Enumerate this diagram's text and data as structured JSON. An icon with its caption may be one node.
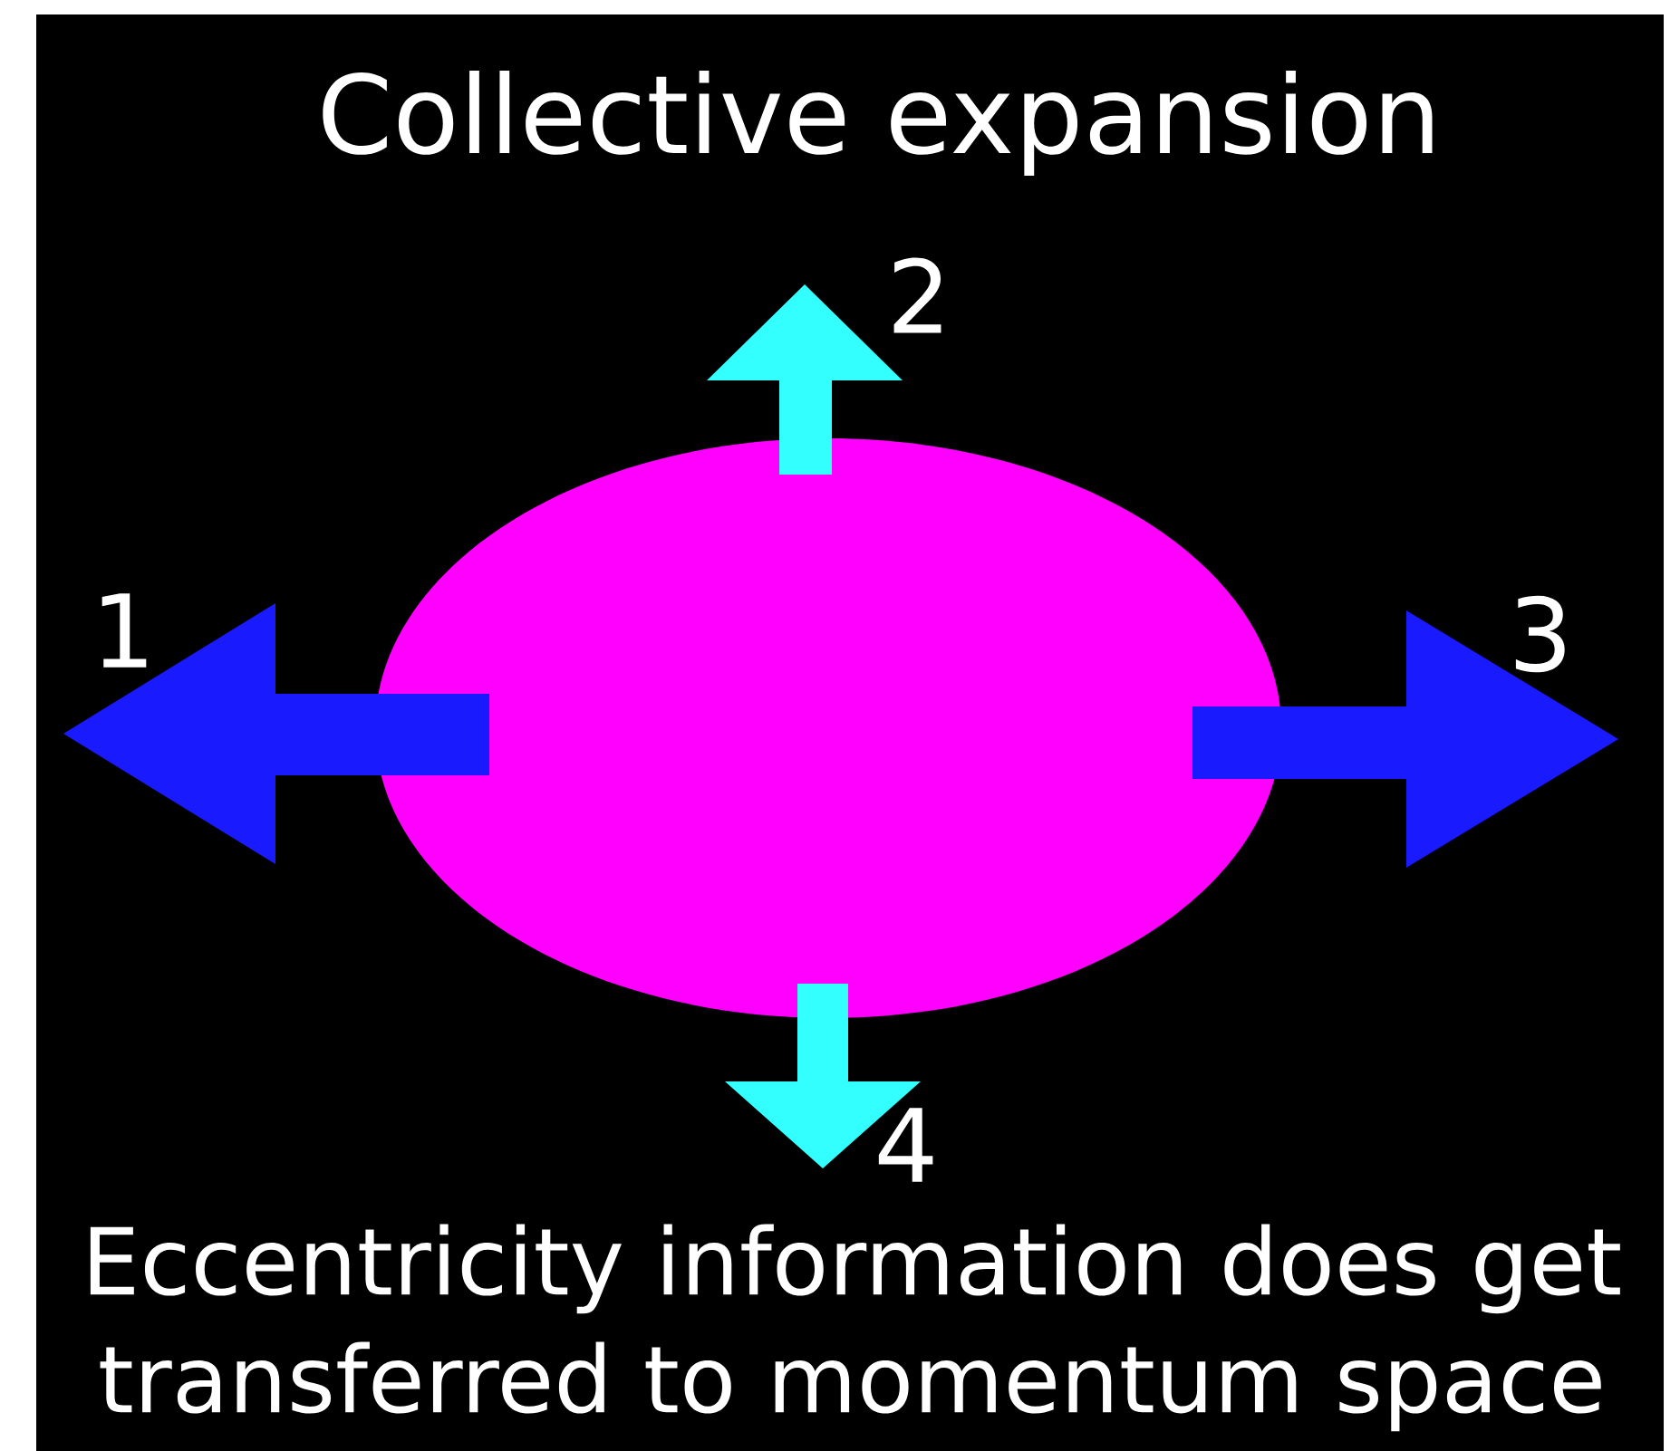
{
  "diagram": {
    "title": "Collective expansion",
    "caption": "Eccentricity information does get transferred to momentum space",
    "labels": [
      "1",
      "2",
      "3",
      "4"
    ]
  }
}
